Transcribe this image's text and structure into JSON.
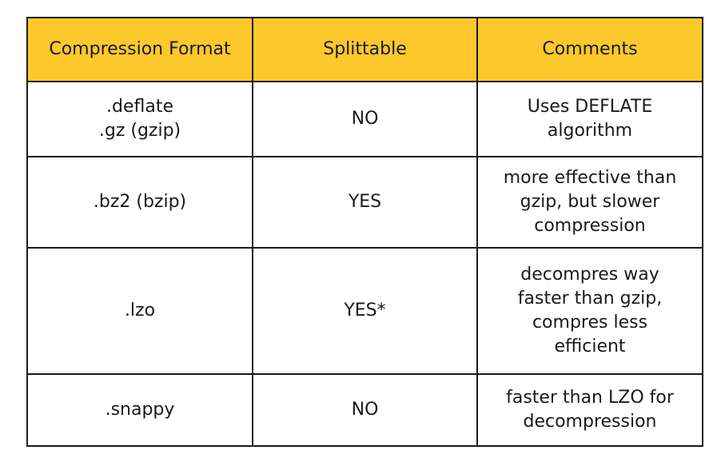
{
  "table": {
    "headers": [
      "Compression Format",
      "Splittable",
      "Comments"
    ],
    "rows": [
      {
        "format": [
          ".deflate",
          ".gz (gzip)"
        ],
        "splittable": "NO",
        "comments": [
          "Uses DEFLATE",
          "algorithm"
        ]
      },
      {
        "format": [
          ".bz2 (bzip)"
        ],
        "splittable": "YES",
        "comments": [
          "more effective than",
          "gzip, but slower",
          "compression"
        ]
      },
      {
        "format": [
          ".lzo"
        ],
        "splittable": "YES*",
        "comments": [
          "decompres way",
          "faster than gzip,",
          "compres less",
          "efficient"
        ]
      },
      {
        "format": [
          ".snappy"
        ],
        "splittable": "NO",
        "comments": [
          "faster than LZO for",
          "decompression"
        ]
      }
    ],
    "colors": {
      "header_background": "#fdc82c",
      "border": "#1a1a1a"
    }
  }
}
